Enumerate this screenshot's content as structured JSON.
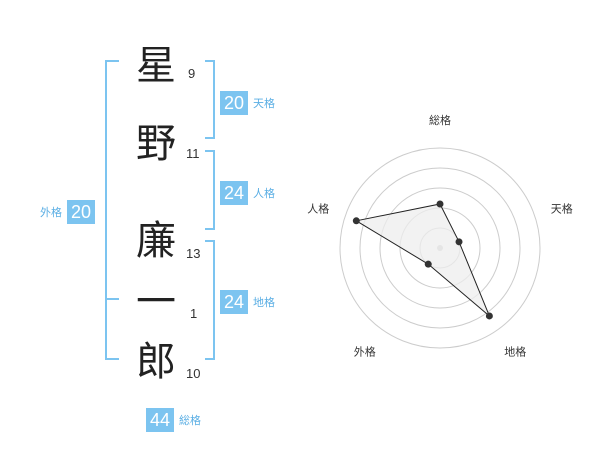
{
  "name_chars": [
    {
      "char": "星",
      "strokes": "9"
    },
    {
      "char": "野",
      "strokes": "11"
    },
    {
      "char": "廉",
      "strokes": "13"
    },
    {
      "char": "一",
      "strokes": "1"
    },
    {
      "char": "郎",
      "strokes": "10"
    }
  ],
  "fortune": {
    "tenkaku": {
      "value": "20",
      "label": "天格"
    },
    "jinkaku": {
      "value": "24",
      "label": "人格"
    },
    "chikaku": {
      "value": "24",
      "label": "地格"
    },
    "gaikaku": {
      "value": "20",
      "label": "外格"
    },
    "soukaku": {
      "value": "44",
      "label": "総格"
    }
  },
  "radar": {
    "axes": [
      "総格",
      "天格",
      "地格",
      "外格",
      "人格"
    ],
    "values": [
      0.44,
      0.2,
      0.84,
      0.2,
      0.88
    ],
    "ring_count": 5,
    "line_color": "#222222",
    "fill_color": "#eeeeee",
    "grid_color": "#cccccc"
  },
  "colors": {
    "accent": "#7cc4f0",
    "accent_text": "#5aaee4"
  }
}
